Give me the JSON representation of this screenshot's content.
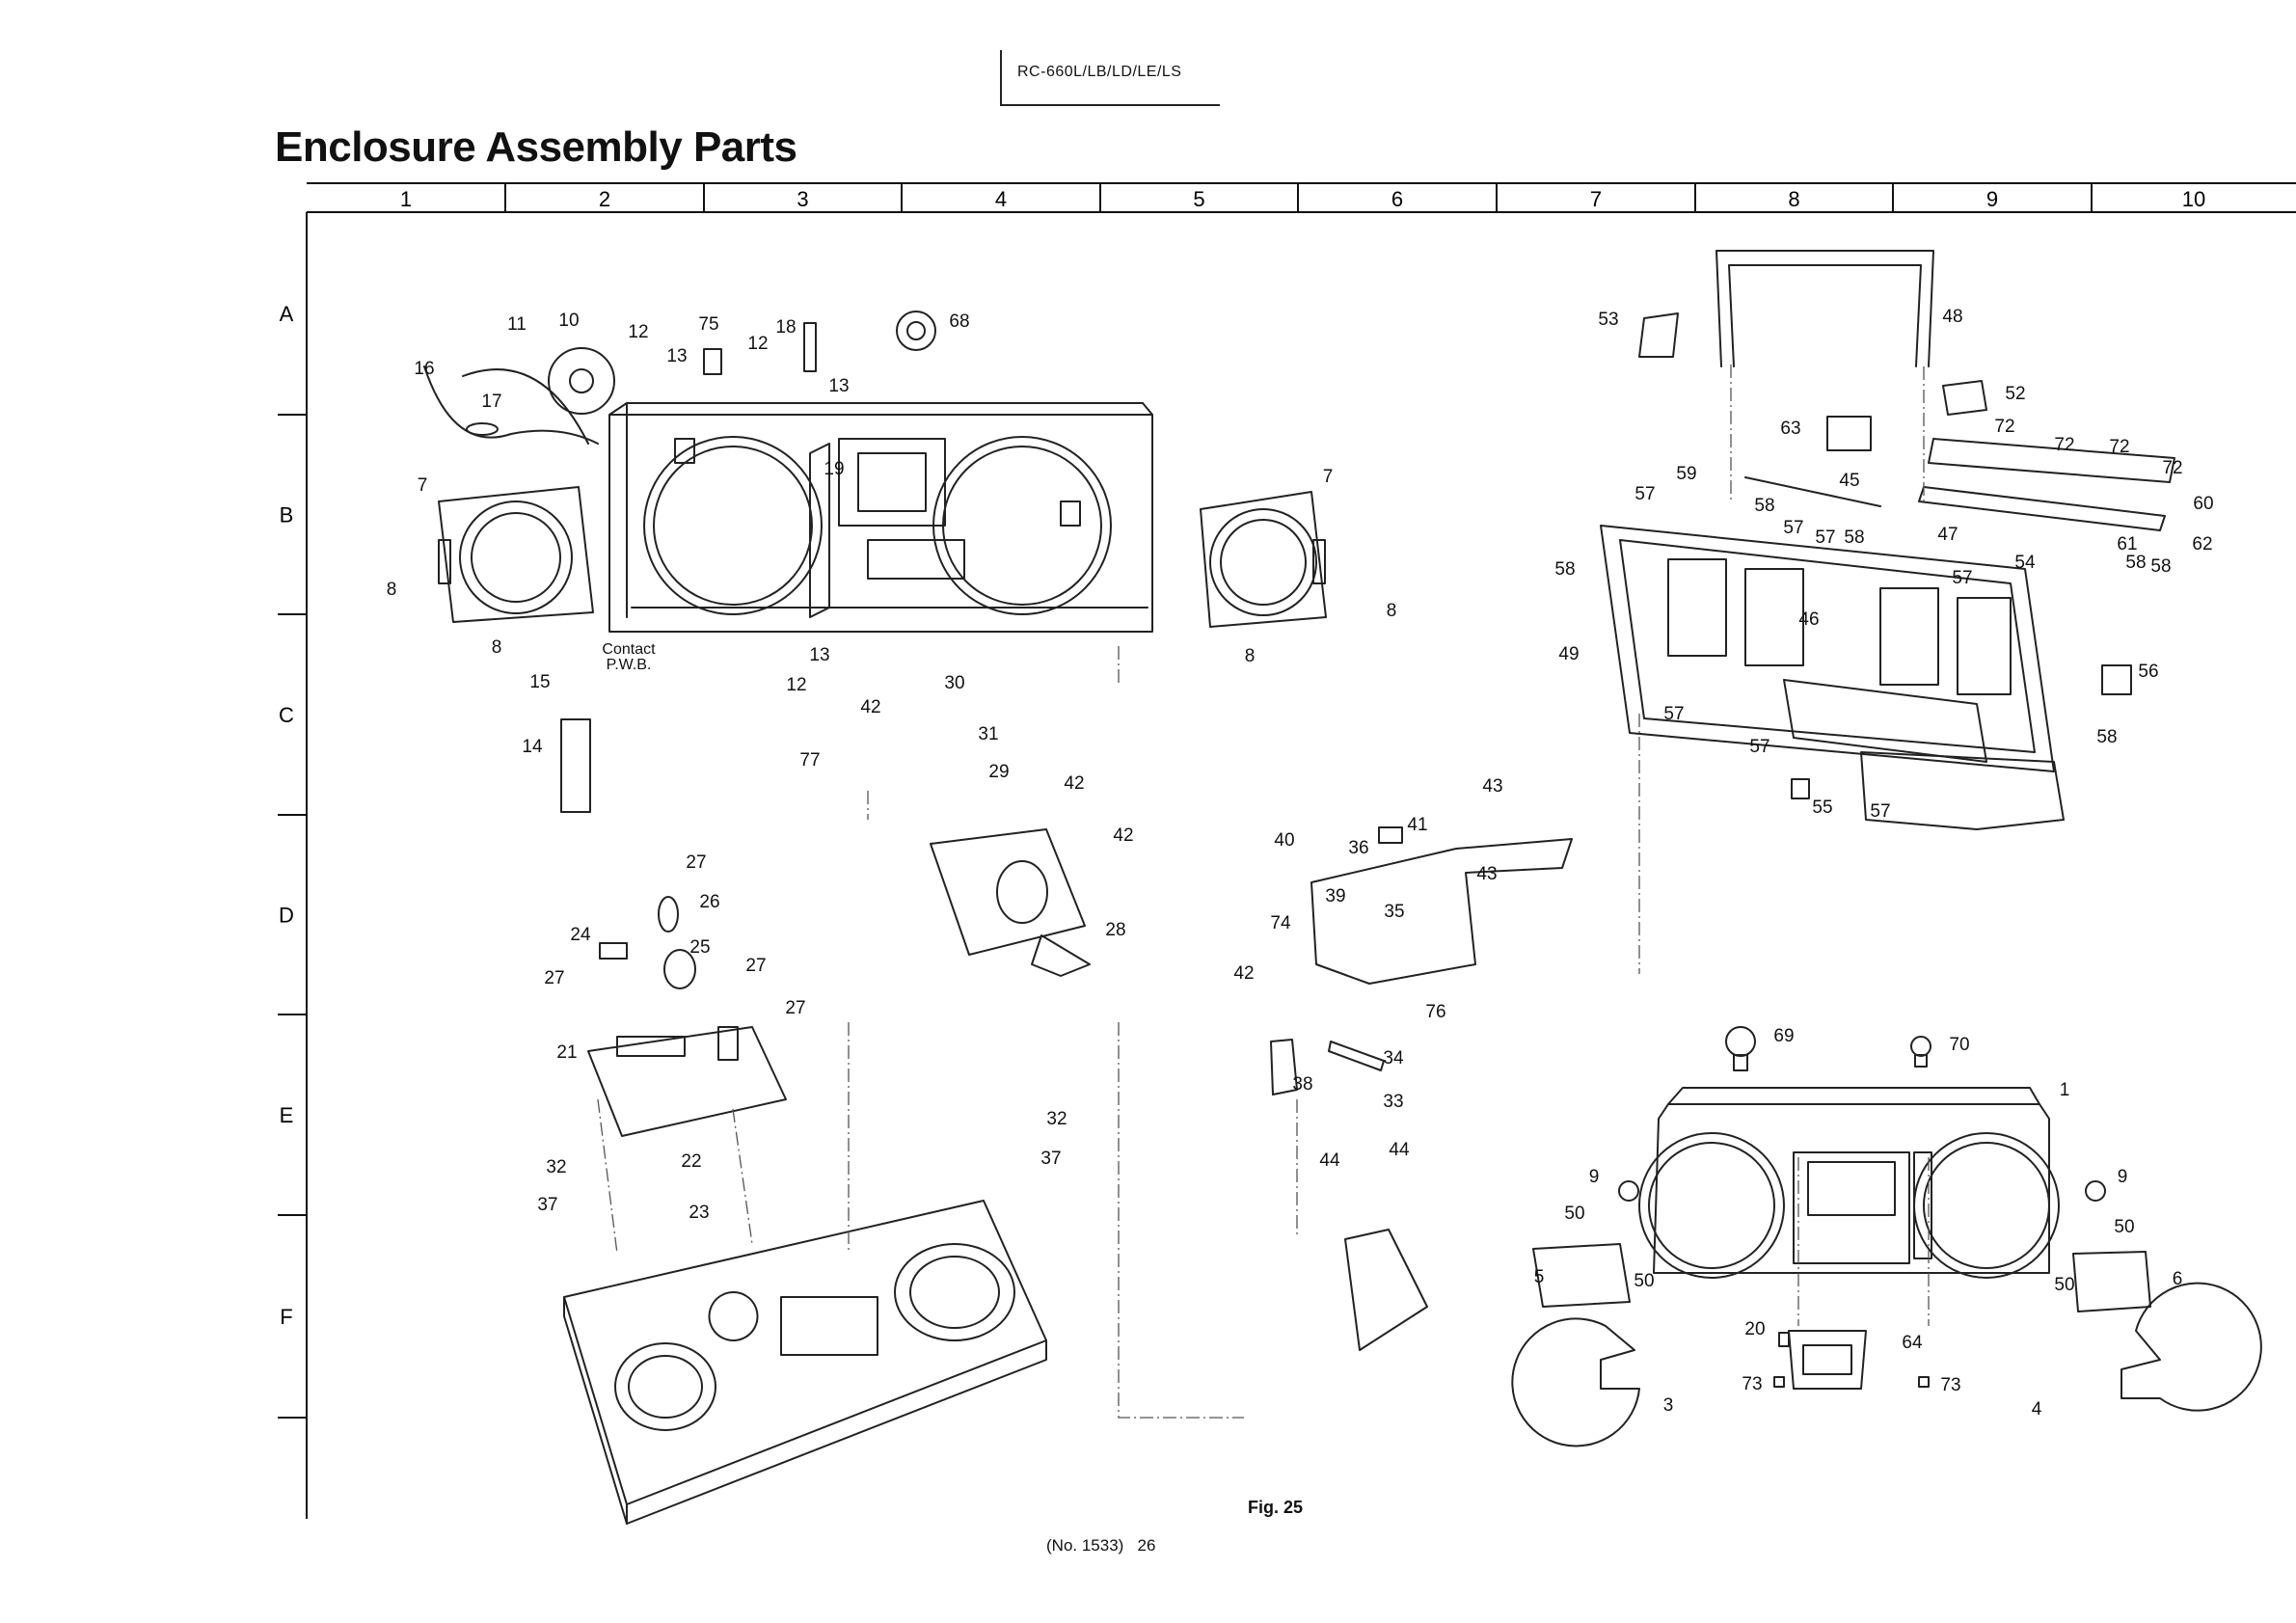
{
  "header": {
    "model_code": "RC-660L/LB/LD/LE/LS"
  },
  "page_title": "Enclosure Assembly Parts",
  "grid": {
    "columns": [
      "1",
      "2",
      "3",
      "4",
      "5",
      "6",
      "7",
      "8",
      "9",
      "10"
    ],
    "rows": [
      "A",
      "B",
      "C",
      "D",
      "E",
      "F"
    ]
  },
  "callouts": [
    "11",
    "10",
    "12",
    "75",
    "18",
    "68",
    "13",
    "12",
    "13",
    "16",
    "17",
    "19",
    "7",
    "8",
    "8",
    "Contact P.W.B.",
    "15",
    "13",
    "12",
    "14",
    "7",
    "8",
    "8",
    "42",
    "30",
    "31",
    "77",
    "29",
    "42",
    "42",
    "27",
    "26",
    "24",
    "25",
    "27",
    "27",
    "27",
    "28",
    "21",
    "43",
    "41",
    "40",
    "36",
    "43",
    "39",
    "35",
    "74",
    "42",
    "76",
    "34",
    "38",
    "33",
    "32",
    "37",
    "32",
    "22",
    "23",
    "37",
    "44",
    "44",
    "53",
    "48",
    "52",
    "63",
    "72",
    "72",
    "72",
    "72",
    "59",
    "57",
    "45",
    "58",
    "57",
    "57",
    "58",
    "47",
    "60",
    "61",
    "62",
    "58",
    "54",
    "58",
    "57",
    "58",
    "46",
    "49",
    "56",
    "57",
    "57",
    "58",
    "55",
    "57",
    "69",
    "70",
    "1",
    "9",
    "9",
    "50",
    "50",
    "5",
    "50",
    "6",
    "50",
    "20",
    "64",
    "73",
    "73",
    "3",
    "4"
  ],
  "figure_caption": "Fig. 25",
  "page_number": "(No. 1533)   26"
}
